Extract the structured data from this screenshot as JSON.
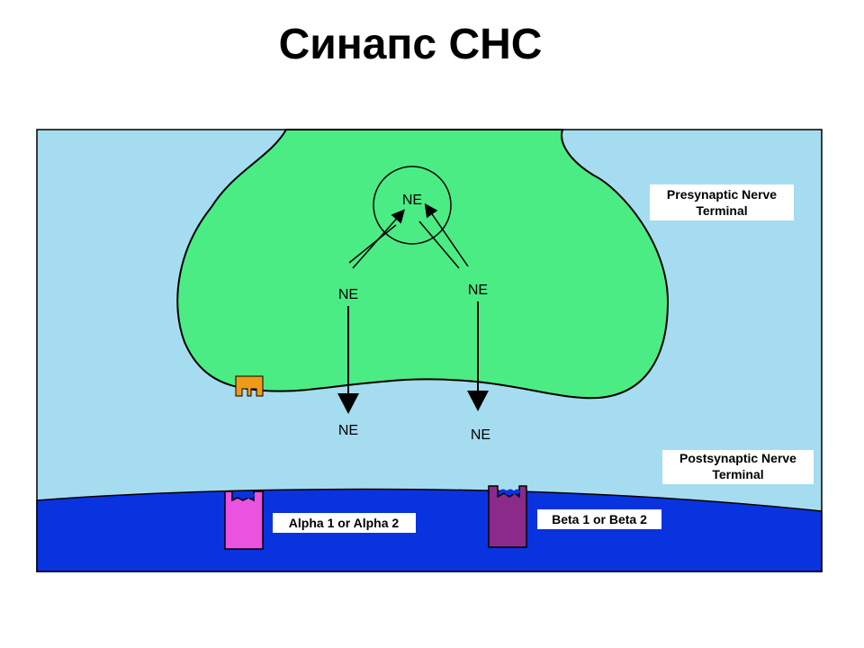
{
  "title": "Синапс СНС",
  "diagram": {
    "vesicle_label": "NE",
    "ne_left_mid": "NE",
    "ne_right_mid": "NE",
    "ne_left_low": "NE",
    "ne_right_low": "NE",
    "presynaptic_label_line1": "Presynaptic Nerve",
    "presynaptic_label_line2": "Terminal",
    "postsynaptic_label_line1": "Postsynaptic Nerve",
    "postsynaptic_label_line2": "Terminal",
    "alpha_receptor_label": "Alpha 1 or Alpha 2",
    "beta_receptor_label": "Beta 1 or Beta 2"
  },
  "colors": {
    "synaptic_cleft": "#a6dcef",
    "presynaptic_terminal": "#4bec84",
    "postsynaptic_terminal": "#0a33e0",
    "alpha_receptor": "#ea52e0",
    "beta_receptor": "#8c2a8a",
    "autoreceptor": "#f09a1a",
    "label_box": "#ffffff"
  }
}
